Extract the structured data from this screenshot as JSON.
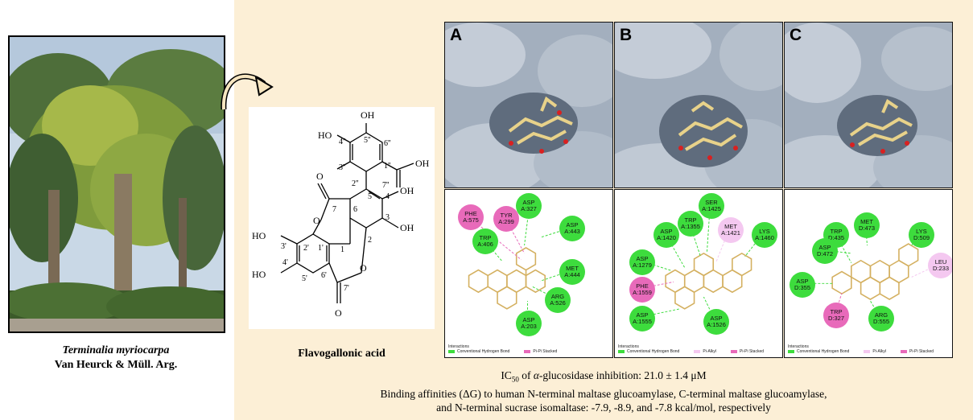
{
  "plant": {
    "species": "Terminalia myriocarpa",
    "authority": "Van Heurck & Müll. Arg."
  },
  "compound": {
    "name": "Flavogallonic acid",
    "atoms": {
      "oh_top": "OH",
      "c4pp": "4''",
      "c5pp": "5''",
      "c6pp": "6''",
      "ho_left_top": "HO",
      "c3pp": "3''",
      "c1pp": "1''",
      "c7pp": "7''",
      "oh_acid": "OH",
      "c2pp": "2''",
      "o_ketone_left": "O",
      "c5": "5",
      "c4": "4",
      "oh_4": "OH",
      "c7": "7",
      "c6": "6",
      "o_ring_left": "O",
      "c3": "3",
      "oh_3": "OH",
      "ho_3p": "HO",
      "c3p": "3'",
      "c2p": "2'",
      "c1p": "1'",
      "c1": "1",
      "c2": "2",
      "ho_4p": "HO",
      "c4p": "4'",
      "o_ring_bottom": "O",
      "c5p": "5'",
      "c6p": "6'",
      "c7p": "7'",
      "o_ketone_bottom": "O"
    }
  },
  "panels": [
    {
      "label": "A",
      "residues": [
        {
          "id": "r1",
          "text": "PHE\nA:575",
          "type": "pipi"
        },
        {
          "id": "r2",
          "text": "TYR\nA:299",
          "type": "pipi"
        },
        {
          "id": "r3",
          "text": "ASP\nA:327",
          "type": "hbond"
        },
        {
          "id": "r4",
          "text": "TRP\nA:406",
          "type": "hbond"
        },
        {
          "id": "r5",
          "text": "ASP\nA:443",
          "type": "hbond"
        },
        {
          "id": "r6",
          "text": "MET\nA:444",
          "type": "hbond"
        },
        {
          "id": "r7",
          "text": "ARG\nA:526",
          "type": "hbond"
        },
        {
          "id": "r8",
          "text": "ASP\nA:203",
          "type": "hbond"
        }
      ],
      "legend": {
        "title": "Interactions",
        "items": [
          {
            "label": "Conventional Hydrogen Bond",
            "color": "#3ddc3d"
          },
          {
            "label": "Pi-Pi Stacked",
            "color": "#e86aba"
          }
        ]
      }
    },
    {
      "label": "B",
      "residues": [
        {
          "id": "r1",
          "text": "SER\nA:1425",
          "type": "hbond"
        },
        {
          "id": "r2",
          "text": "TRP\nA:1355",
          "type": "hbond"
        },
        {
          "id": "r3",
          "text": "MET\nA:1421",
          "type": "alkyl"
        },
        {
          "id": "r4",
          "text": "ASP\nA:1420",
          "type": "hbond"
        },
        {
          "id": "r5",
          "text": "LYS\nA:1460",
          "type": "hbond"
        },
        {
          "id": "r6",
          "text": "ASP\nA:1279",
          "type": "hbond"
        },
        {
          "id": "r7",
          "text": "PHE\nA:1559",
          "type": "pipi"
        },
        {
          "id": "r8",
          "text": "ASP\nA:1555",
          "type": "hbond"
        },
        {
          "id": "r9",
          "text": "ASP\nA:1526",
          "type": "hbond"
        }
      ],
      "legend": {
        "title": "Interactions",
        "items": [
          {
            "label": "Conventional Hydrogen Bond",
            "color": "#3ddc3d"
          },
          {
            "label": "Pi-Alkyl",
            "color": "#f4c8f0"
          },
          {
            "label": "Pi-Pi Stacked",
            "color": "#e86aba"
          }
        ]
      }
    },
    {
      "label": "C",
      "residues": [
        {
          "id": "r1",
          "text": "TRP\nD:435",
          "type": "hbond"
        },
        {
          "id": "r2",
          "text": "MET\nD:473",
          "type": "hbond"
        },
        {
          "id": "r3",
          "text": "LYS\nD:509",
          "type": "hbond"
        },
        {
          "id": "r4",
          "text": "ASP\nD:472",
          "type": "hbond"
        },
        {
          "id": "r5",
          "text": "LEU\nD:233",
          "type": "alkyl"
        },
        {
          "id": "r6",
          "text": "ASP\nD:355",
          "type": "hbond"
        },
        {
          "id": "r7",
          "text": "TRP\nD:327",
          "type": "pipi"
        },
        {
          "id": "r8",
          "text": "ARG\nD:555",
          "type": "hbond"
        }
      ],
      "legend": {
        "title": "Interactions",
        "items": [
          {
            "label": "Conventional Hydrogen Bond",
            "color": "#3ddc3d"
          },
          {
            "label": "Pi-Alkyl",
            "color": "#f4c8f0"
          },
          {
            "label": "Pi-Pi Stacked",
            "color": "#e86aba"
          }
        ]
      }
    }
  ],
  "footer": {
    "line1_pre": "IC",
    "line1_sub": "50",
    "line1_mid": " of ",
    "line1_alpha": "α",
    "line1_post": "-glucosidase inhibition: 21.0 ± 1.4 μM",
    "line2": "Binding affinities (ΔG) to human N-terminal maltase glucoamylase, C-terminal maltase glucoamylase,",
    "line3": "and N-terminal sucrase isomaltase: -7.9, -8.9, and -7.8 kcal/mol, respectively"
  },
  "colors": {
    "background_right": "#fcefd6",
    "surface": "#9aa6b5",
    "hbond": "#3ddc3d",
    "pipi": "#e86aba",
    "alkyl": "#f4c8f0",
    "ligand": "#d6b86a",
    "oxygen": "#e02020"
  }
}
